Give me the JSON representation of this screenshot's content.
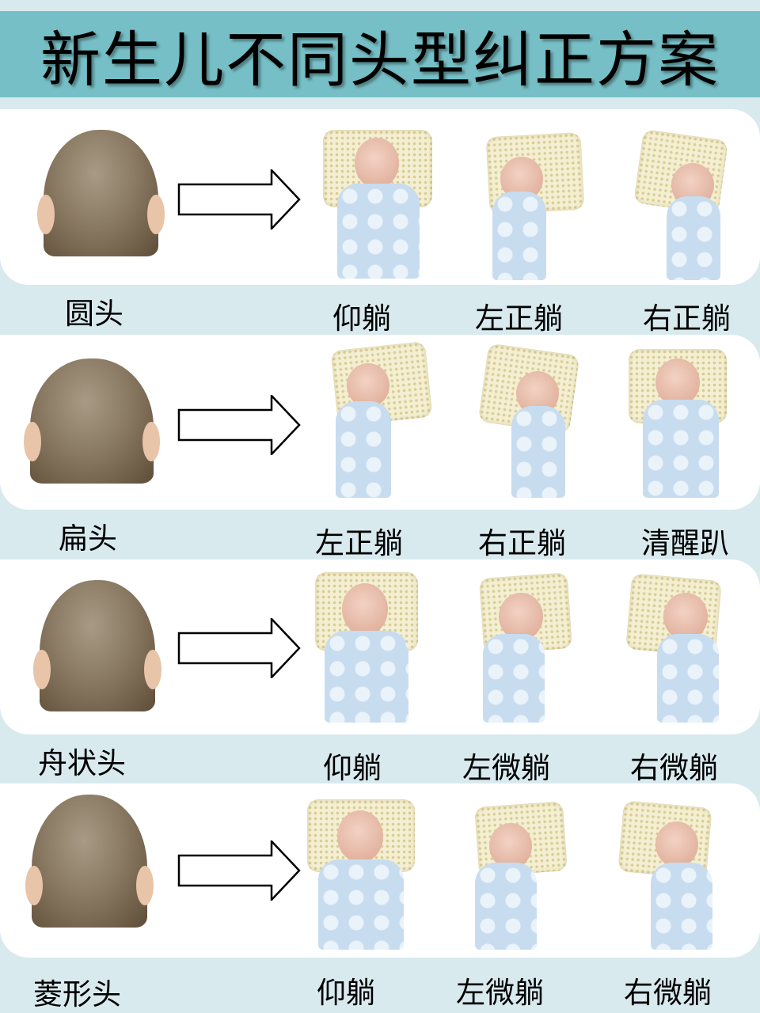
{
  "title": "新生儿不同头型纠正方案",
  "colors": {
    "background": "#d9eaef",
    "title_band": "#76bfc6",
    "card": "#ffffff",
    "text": "#000000"
  },
  "rows": [
    {
      "head_type": "圆头",
      "poses": [
        "仰躺",
        "左正躺",
        "右正躺"
      ]
    },
    {
      "head_type": "扁头",
      "poses": [
        "左正躺",
        "右正躺",
        "清醒趴"
      ]
    },
    {
      "head_type": "舟状头",
      "poses": [
        "仰躺",
        "左微躺",
        "右微躺"
      ]
    },
    {
      "head_type": "菱形头",
      "poses": [
        "仰躺",
        "左微躺",
        "右微躺"
      ]
    }
  ],
  "icons": {
    "arrow": "right-arrow-outline",
    "head_photo": "baby-head-back-view",
    "pose_photo": "doll-on-pillow"
  }
}
